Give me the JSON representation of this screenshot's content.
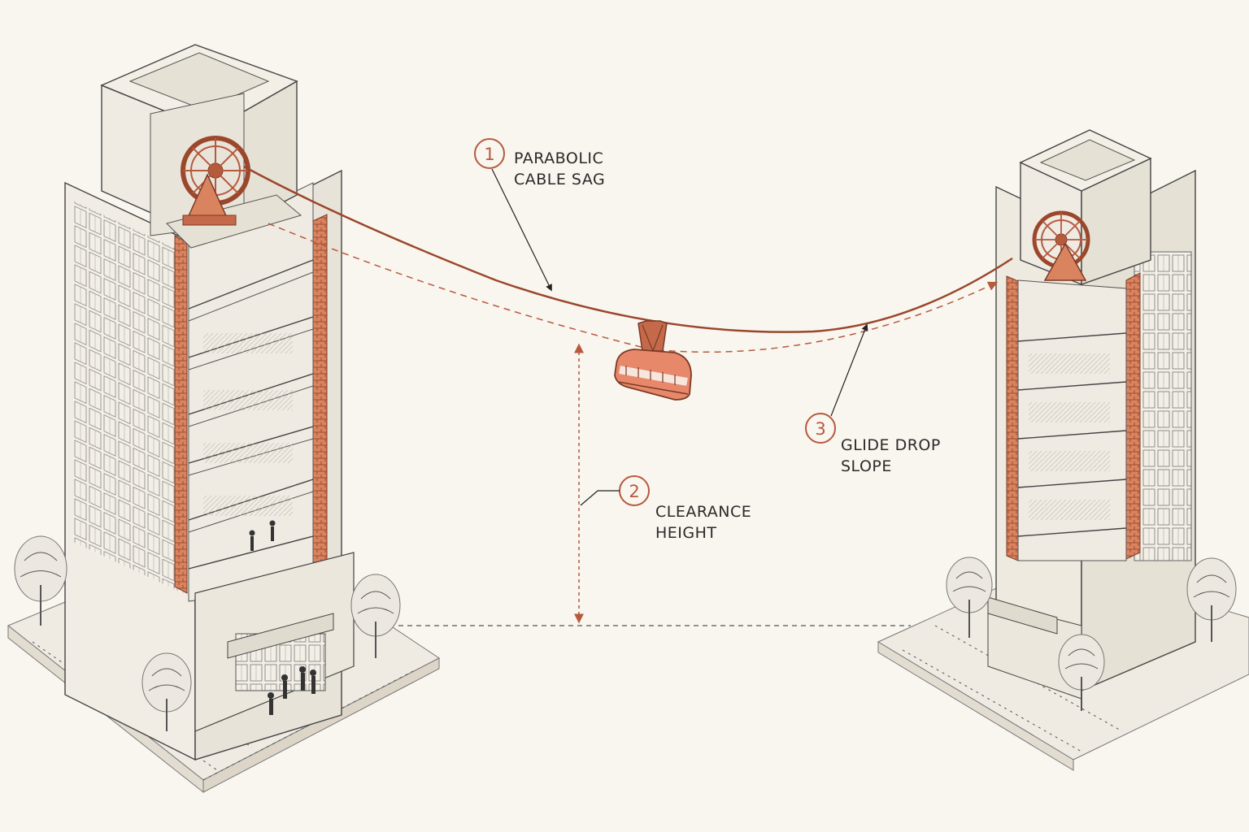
{
  "callouts": [
    {
      "number": "1",
      "line1": "PARABOLIC",
      "line2": "CABLE SAG"
    },
    {
      "number": "2",
      "line1": "CLEARANCE",
      "line2": "HEIGHT"
    },
    {
      "number": "3",
      "line1": "GLIDE DROP",
      "line2": "SLOPE"
    }
  ],
  "colors": {
    "background": "#f9f6ef",
    "accent": "#b65a3e",
    "ink": "#555555"
  }
}
